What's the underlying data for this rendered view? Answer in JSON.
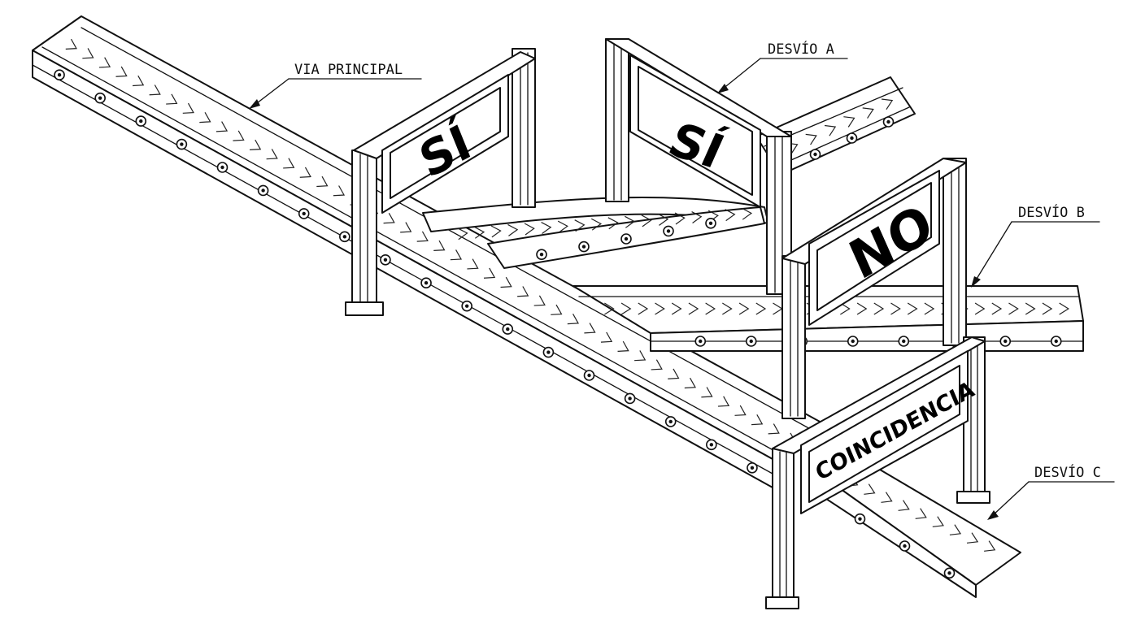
{
  "callouts": {
    "main": "VIA PRINCIPAL",
    "a": "DESVÍO A",
    "b": "DESVÍO B",
    "c": "DESVÍO C"
  },
  "signs": {
    "si_1": "SÍ",
    "si_2": "SÍ",
    "no": "NO",
    "coincidencia": "COINCIDENCIA"
  },
  "colors": {
    "line": "#111111",
    "background": "#ffffff"
  }
}
